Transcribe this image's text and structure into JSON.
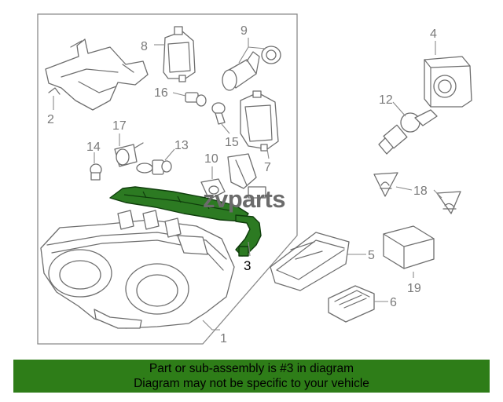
{
  "callouts": {
    "c1": "1",
    "c2": "2",
    "c3": "3",
    "c4": "4",
    "c5": "5",
    "c6": "6",
    "c7": "7",
    "c8": "8",
    "c9": "9",
    "c10": "10",
    "c12": "12",
    "c13": "13",
    "c14": "14",
    "c15": "15",
    "c16": "16",
    "c17": "17",
    "c18": "18",
    "c19": "19"
  },
  "watermark": "zvparts",
  "highlight": {
    "part_number": "3",
    "color": "#2c7a22"
  },
  "banner": {
    "line1": "Part or sub-assembly is #3 in diagram",
    "line2": "Diagram may not be specific to your vehicle",
    "background": "#2e7d18"
  }
}
